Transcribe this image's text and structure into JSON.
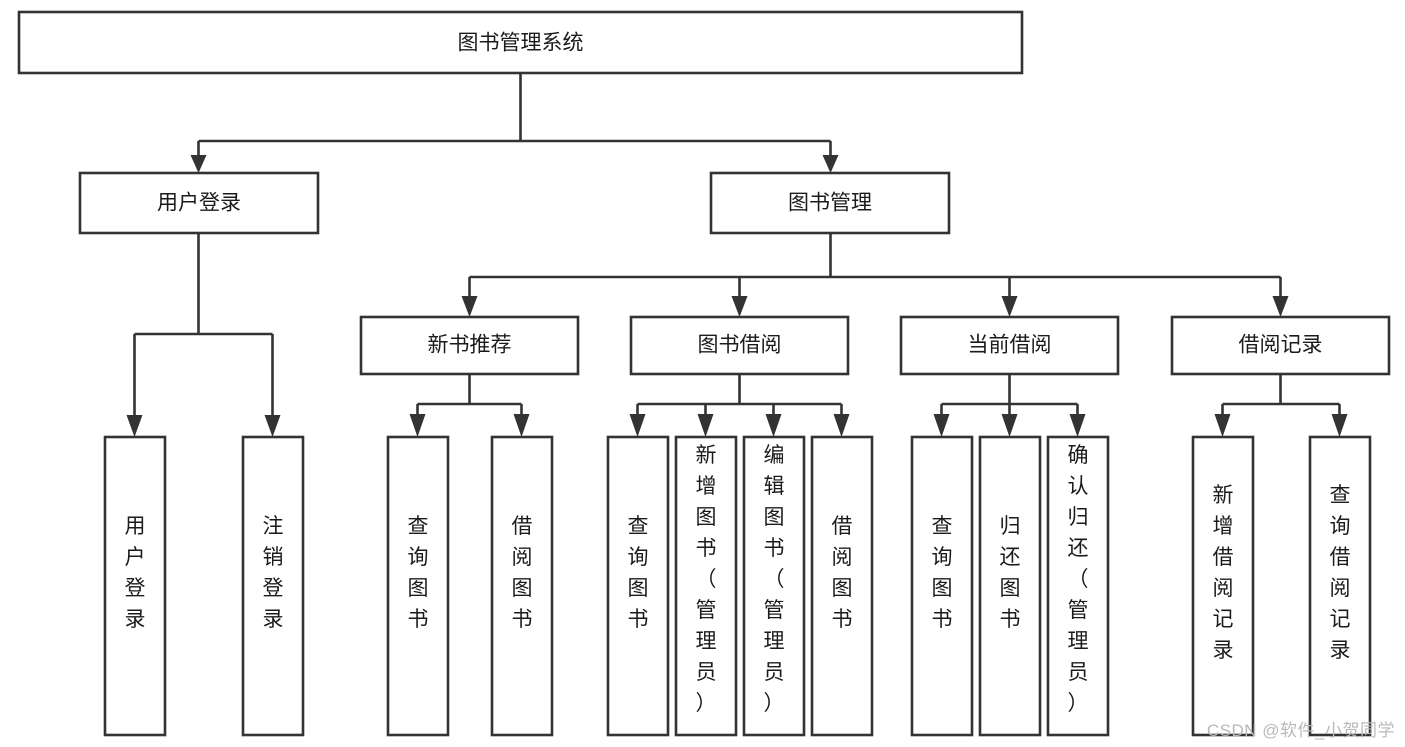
{
  "diagram": {
    "type": "tree",
    "title": "图书管理系统",
    "orientation": "top-down",
    "colors": {
      "box_fill": "#ffffff",
      "box_stroke": "#333333",
      "text": "#1b1b1b",
      "watermark": "#b9b9b9",
      "background": "#ffffff"
    },
    "nodes": {
      "root": {
        "label": "图书管理系统",
        "level": 0,
        "text_orientation": "horizontal"
      },
      "l1_1": {
        "label": "用户登录",
        "level": 1,
        "text_orientation": "horizontal"
      },
      "l1_2": {
        "label": "图书管理",
        "level": 1,
        "text_orientation": "horizontal"
      },
      "l2_1": {
        "label": "新书推荐",
        "level": 2,
        "text_orientation": "horizontal"
      },
      "l2_2": {
        "label": "图书借阅",
        "level": 2,
        "text_orientation": "horizontal"
      },
      "l2_3": {
        "label": "当前借阅",
        "level": 2,
        "text_orientation": "horizontal"
      },
      "l2_4": {
        "label": "借阅记录",
        "level": 2,
        "text_orientation": "horizontal"
      },
      "leaf_1": {
        "label": "用户登录",
        "level": 3,
        "text_orientation": "vertical",
        "parent": "用户登录"
      },
      "leaf_2": {
        "label": "注销登录",
        "level": 3,
        "text_orientation": "vertical",
        "parent": "用户登录"
      },
      "leaf_3": {
        "label": "查询图书",
        "level": 3,
        "text_orientation": "vertical",
        "parent": "新书推荐"
      },
      "leaf_4": {
        "label": "借阅图书",
        "level": 3,
        "text_orientation": "vertical",
        "parent": "新书推荐"
      },
      "leaf_5": {
        "label": "查询图书",
        "level": 3,
        "text_orientation": "vertical",
        "parent": "图书借阅"
      },
      "leaf_6": {
        "label": "新增图书（管理员）",
        "level": 3,
        "text_orientation": "vertical",
        "parent": "图书借阅"
      },
      "leaf_7": {
        "label": "编辑图书（管理员）",
        "level": 3,
        "text_orientation": "vertical",
        "parent": "图书借阅"
      },
      "leaf_8": {
        "label": "借阅图书",
        "level": 3,
        "text_orientation": "vertical",
        "parent": "图书借阅"
      },
      "leaf_9": {
        "label": "查询图书",
        "level": 3,
        "text_orientation": "vertical",
        "parent": "当前借阅"
      },
      "leaf_10": {
        "label": "归还图书",
        "level": 3,
        "text_orientation": "vertical",
        "parent": "当前借阅"
      },
      "leaf_11": {
        "label": "确认归还（管理员）",
        "level": 3,
        "text_orientation": "vertical",
        "parent": "当前借阅"
      },
      "leaf_12": {
        "label": "新增借阅记录",
        "level": 3,
        "text_orientation": "vertical",
        "parent": "借阅记录"
      },
      "leaf_13": {
        "label": "查询借阅记录",
        "level": 3,
        "text_orientation": "vertical",
        "parent": "借阅记录"
      }
    },
    "edges": [
      {
        "from": "图书管理系统",
        "to": "用户登录"
      },
      {
        "from": "图书管理系统",
        "to": "图书管理"
      },
      {
        "from": "用户登录",
        "to": "用户登录"
      },
      {
        "from": "用户登录",
        "to": "注销登录"
      },
      {
        "from": "图书管理",
        "to": "新书推荐"
      },
      {
        "from": "图书管理",
        "to": "图书借阅"
      },
      {
        "from": "图书管理",
        "to": "当前借阅"
      },
      {
        "from": "图书管理",
        "to": "借阅记录"
      },
      {
        "from": "新书推荐",
        "to": "查询图书"
      },
      {
        "from": "新书推荐",
        "to": "借阅图书"
      },
      {
        "from": "图书借阅",
        "to": "查询图书"
      },
      {
        "from": "图书借阅",
        "to": "新增图书（管理员）"
      },
      {
        "from": "图书借阅",
        "to": "编辑图书（管理员）"
      },
      {
        "from": "图书借阅",
        "to": "借阅图书"
      },
      {
        "from": "当前借阅",
        "to": "查询图书"
      },
      {
        "from": "当前借阅",
        "to": "归还图书"
      },
      {
        "from": "当前借阅",
        "to": "确认归还（管理员）"
      },
      {
        "from": "借阅记录",
        "to": "新增借阅记录"
      },
      {
        "from": "借阅记录",
        "to": "查询借阅记录"
      }
    ]
  },
  "watermark": {
    "text": "CSDN @软件_小贺同学"
  }
}
